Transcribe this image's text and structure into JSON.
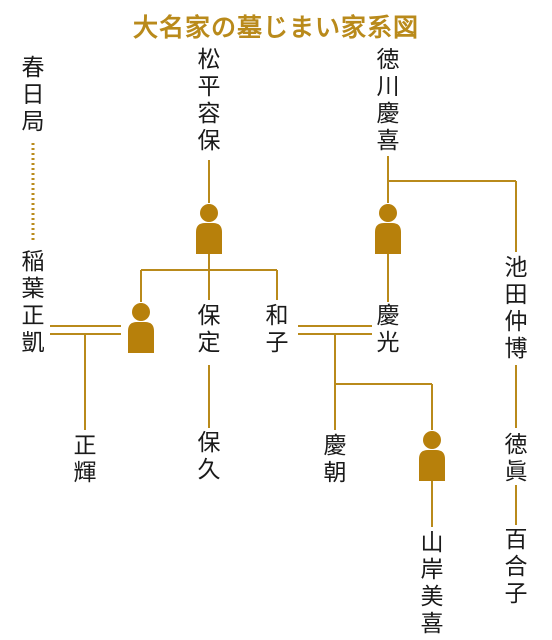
{
  "title": "大名家の墓じまい家系図",
  "colors": {
    "line": "#b98a1b",
    "figure": "#b7800b",
    "text": "#1a1a1a"
  },
  "people": [
    {
      "id": "kasuga",
      "name": "春日局"
    },
    {
      "id": "inaba",
      "name": "稲葉正凱"
    },
    {
      "id": "masateru",
      "name": "正輝"
    },
    {
      "id": "katamori",
      "name": "松平容保"
    },
    {
      "id": "morisada",
      "name": "保定"
    },
    {
      "id": "morihisa",
      "name": "保久"
    },
    {
      "id": "kazuko",
      "name": "和子"
    },
    {
      "id": "yoshinobu",
      "name": "徳川慶喜"
    },
    {
      "id": "yoshimitsu",
      "name": "慶光"
    },
    {
      "id": "yoshitomo",
      "name": "慶朝"
    },
    {
      "id": "yamagishi",
      "name": "山岸美喜"
    },
    {
      "id": "ikeda",
      "name": "池田仲博"
    },
    {
      "id": "tokuma",
      "name": "徳眞"
    },
    {
      "id": "yuriko",
      "name": "百合子"
    }
  ],
  "figures": [
    {
      "id": "fig-katamori-child",
      "icon": "person-icon"
    },
    {
      "id": "fig-yoshinobu-child",
      "icon": "person-icon"
    },
    {
      "id": "fig-inaba-spouse",
      "icon": "person-icon"
    },
    {
      "id": "fig-yamagishi-parent",
      "icon": "person-icon"
    }
  ]
}
